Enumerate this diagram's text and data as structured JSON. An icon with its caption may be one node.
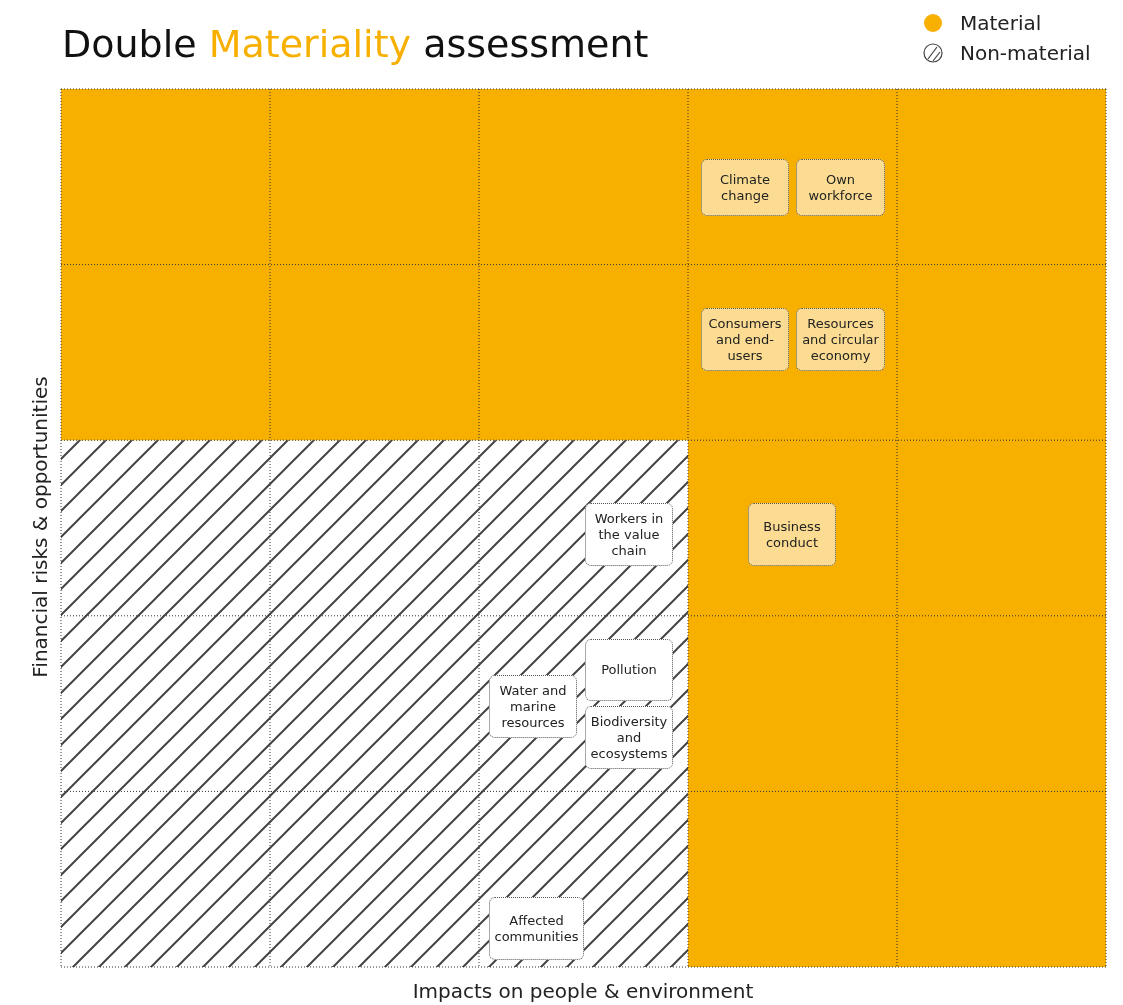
{
  "diagram": {
    "title": "Double Materiality assessment",
    "nodes": [
      {
        "text": [
          "Climate change"
        ]
      },
      {
        "text": [
          "Own workforce"
        ]
      },
      {
        "text": [
          "Consumers and end-users"
        ]
      },
      {
        "text": [
          "Resources and circular economy"
        ]
      },
      {
        "text": [
          "Business conduct"
        ]
      },
      {
        "text": [
          "Workers in the value chain"
        ]
      },
      {
        "text": [
          "Pollution"
        ]
      },
      {
        "text": [
          "Water and marine resources"
        ]
      },
      {
        "text": [
          "Biodiversity and ecosystems"
        ]
      },
      {
        "text": [
          "Affected communities"
        ]
      }
    ],
    "labels": [
      "Financial risks & opportunities",
      "Impacts on people & environment"
    ],
    "legend": [
      {
        "text": "Material",
        "color": "#f8b000"
      },
      {
        "text": "Non-material"
      }
    ]
  }
}
